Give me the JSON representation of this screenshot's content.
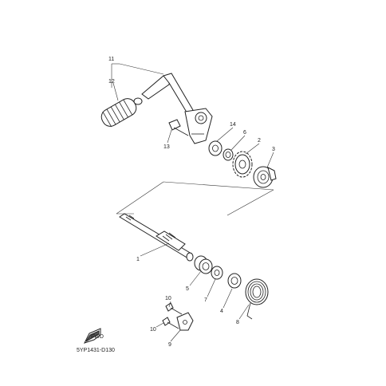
{
  "diagram": {
    "part_code": "5YP1431-D130",
    "front_marker_text": "FWD",
    "callouts": {
      "c11": "11",
      "c12": "12",
      "c13": "13",
      "c14": "14",
      "c6": "6",
      "c2": "2",
      "c3": "3",
      "c1": "1",
      "c5": "5",
      "c7": "7",
      "c4": "4",
      "c8": "8",
      "c10a": "10",
      "c10b": "10",
      "c9": "9"
    }
  }
}
